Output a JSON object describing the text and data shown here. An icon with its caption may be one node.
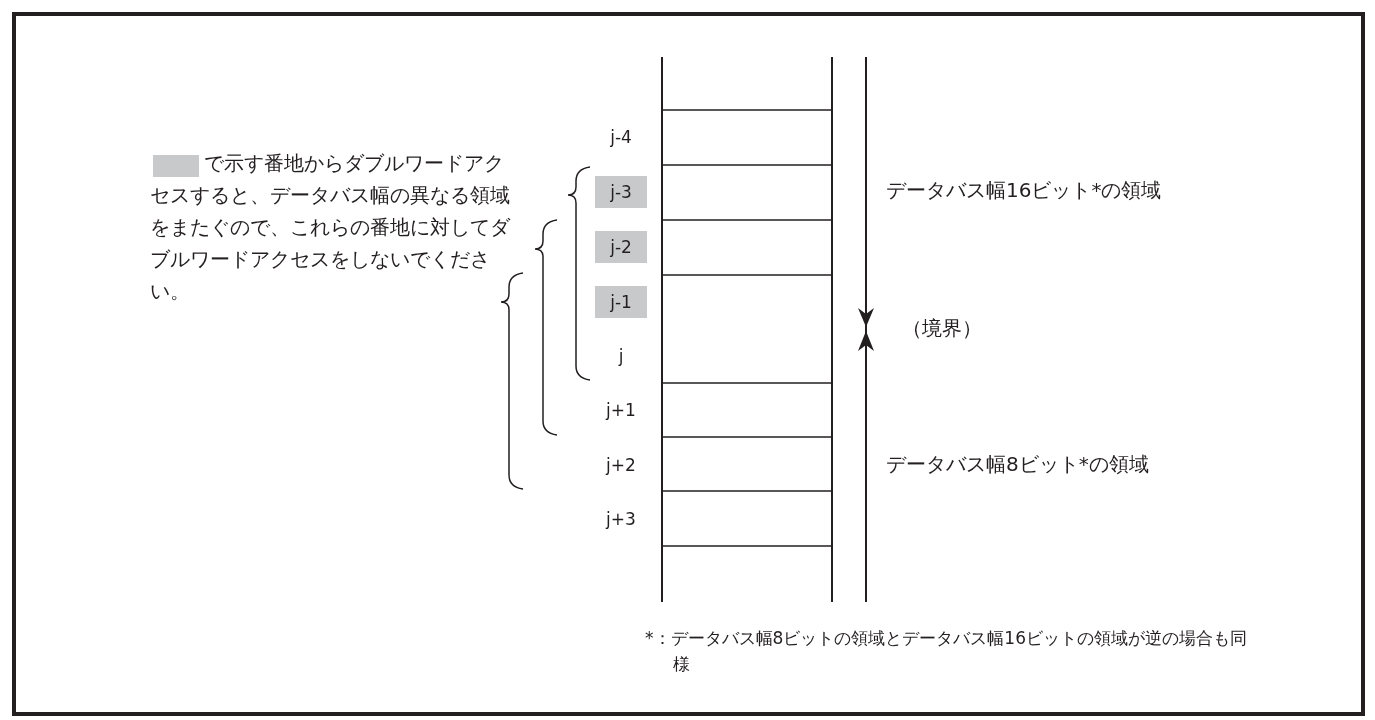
{
  "diagram": {
    "labels": [
      "j-4",
      "j-3",
      "j-2",
      "j-1",
      "j",
      "j+1",
      "j+2",
      "j+3",
      "データバス幅16ビット*の領域",
      "（境界）",
      "データバス幅8ビット*の領域",
      "*：データバス幅8ビットの領域とデータバス幅16ビットの領域が逆の場合も同様"
    ],
    "legend": [
      {
        "text": "で示す番地からダブルワードアクセスすると、データバス幅の異なる領域をまたぐので、これらの番地に対してダブルワードアクセスをしないでください。",
        "color": "#c8c9cb"
      }
    ]
  }
}
